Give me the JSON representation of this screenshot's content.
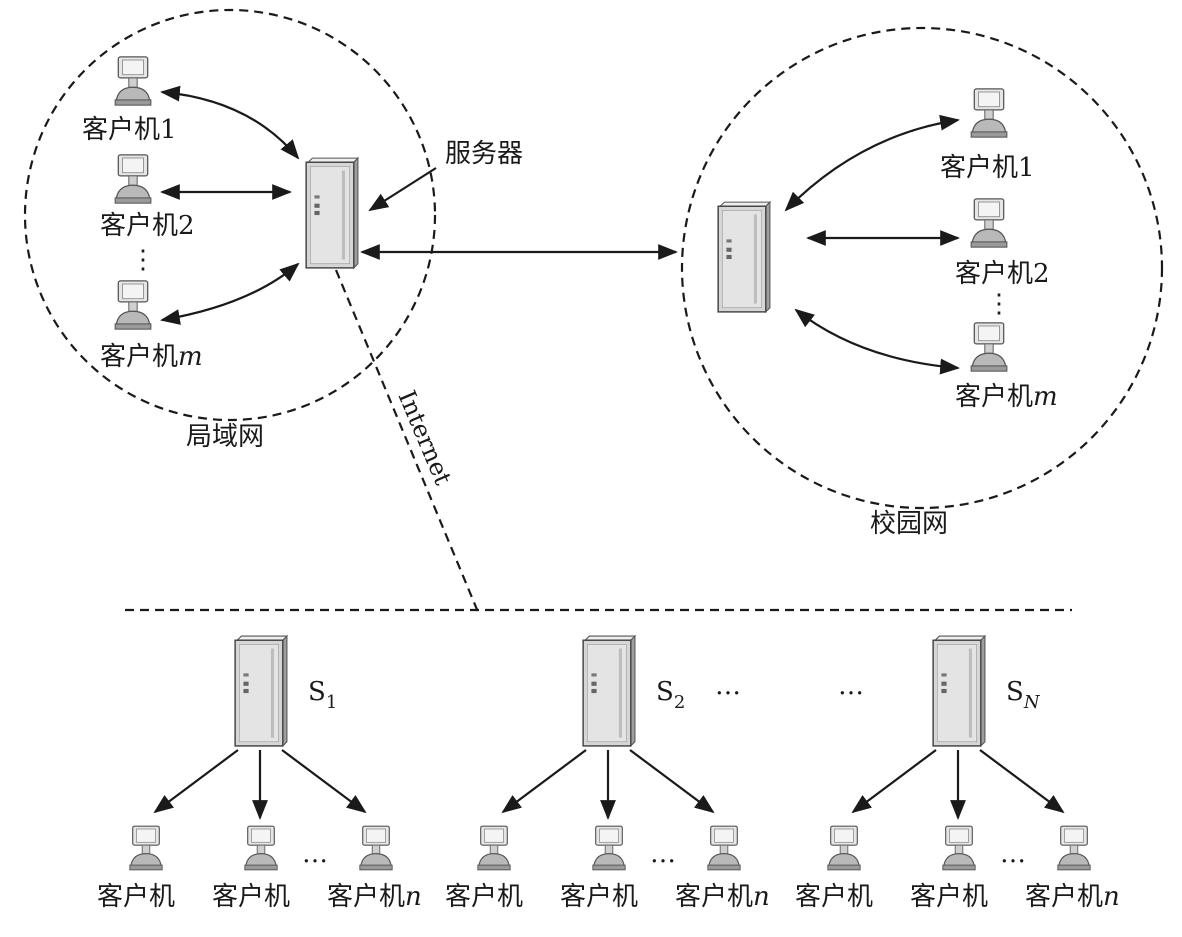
{
  "lan": {
    "label": "局域网",
    "server_label": "服务器",
    "clients": [
      {
        "label_main": "客户机",
        "label_suffix": "1",
        "italic": false
      },
      {
        "label_main": "客户机",
        "label_suffix": "2",
        "italic": false
      },
      {
        "label_main": "客户机",
        "label_suffix": "m",
        "italic": true
      }
    ]
  },
  "campus": {
    "label": "校园网",
    "clients": [
      {
        "label_main": "客户机",
        "label_suffix": "1",
        "italic": false
      },
      {
        "label_main": "客户机",
        "label_suffix": "2",
        "italic": false
      },
      {
        "label_main": "客户机",
        "label_suffix": "m",
        "italic": true
      }
    ]
  },
  "internet_label": "Internet",
  "ellipsis": "…",
  "vellipsis": "⋮",
  "servers": [
    {
      "label_main": "S",
      "label_sub": "1",
      "sub_italic": false,
      "clients": [
        {
          "label": "客户机",
          "suffix": ""
        },
        {
          "label": "客户机",
          "suffix": ""
        },
        {
          "label": "客户机",
          "suffix": "n"
        }
      ]
    },
    {
      "label_main": "S",
      "label_sub": "2",
      "sub_italic": false,
      "clients": [
        {
          "label": "客户机",
          "suffix": ""
        },
        {
          "label": "客户机",
          "suffix": ""
        },
        {
          "label": "客户机",
          "suffix": "n"
        }
      ]
    },
    {
      "label_main": "S",
      "label_sub": "N",
      "sub_italic": true,
      "clients": [
        {
          "label": "客户机",
          "suffix": ""
        },
        {
          "label": "客户机",
          "suffix": ""
        },
        {
          "label": "客户机",
          "suffix": "n"
        }
      ]
    }
  ],
  "colors": {
    "line": "#1a1a1a",
    "device": "#d9d9d9",
    "device_dark": "#8c8c8c"
  }
}
